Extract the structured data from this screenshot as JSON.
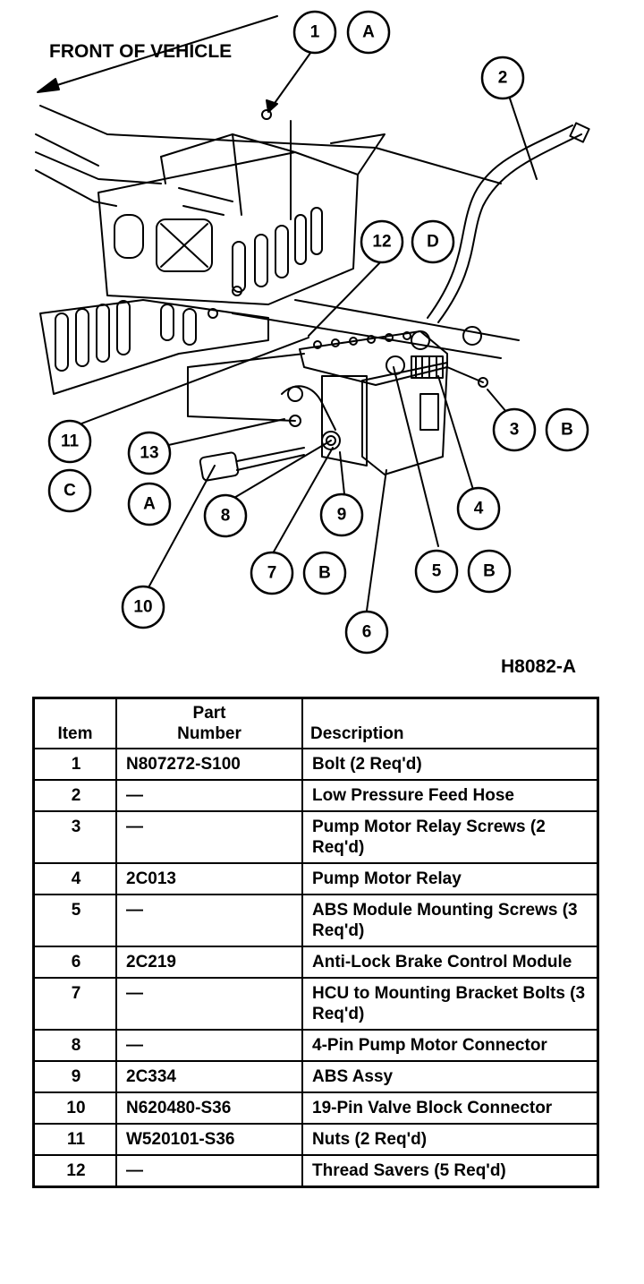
{
  "figure": {
    "front_label": "FRONT OF VEHICLE",
    "figure_id": "H8082-A",
    "callouts": [
      {
        "id": "c1",
        "text": "1"
      },
      {
        "id": "cA1",
        "text": "A"
      },
      {
        "id": "c2",
        "text": "2"
      },
      {
        "id": "c12",
        "text": "12"
      },
      {
        "id": "cD",
        "text": "D"
      },
      {
        "id": "c3",
        "text": "3"
      },
      {
        "id": "cB1",
        "text": "B"
      },
      {
        "id": "c11",
        "text": "11"
      },
      {
        "id": "c13",
        "text": "13"
      },
      {
        "id": "cC",
        "text": "C"
      },
      {
        "id": "cA2",
        "text": "A"
      },
      {
        "id": "c8",
        "text": "8"
      },
      {
        "id": "c9",
        "text": "9"
      },
      {
        "id": "c4",
        "text": "4"
      },
      {
        "id": "c7",
        "text": "7"
      },
      {
        "id": "cB2",
        "text": "B"
      },
      {
        "id": "c5",
        "text": "5"
      },
      {
        "id": "cB3",
        "text": "B"
      },
      {
        "id": "c10",
        "text": "10"
      },
      {
        "id": "c6",
        "text": "6"
      }
    ]
  },
  "table": {
    "headers": {
      "item": "Item",
      "part_line1": "Part",
      "part_line2": "Number",
      "description": "Description"
    },
    "rows": [
      {
        "item": "1",
        "part": "N807272-S100",
        "desc": "Bolt (2 Req'd)"
      },
      {
        "item": "2",
        "part": "—",
        "desc": "Low Pressure Feed Hose"
      },
      {
        "item": "3",
        "part": "—",
        "desc": "Pump Motor Relay Screws (2 Req'd)"
      },
      {
        "item": "4",
        "part": "2C013",
        "desc": "Pump Motor Relay"
      },
      {
        "item": "5",
        "part": "—",
        "desc": "ABS Module Mounting Screws (3 Req'd)"
      },
      {
        "item": "6",
        "part": "2C219",
        "desc": "Anti-Lock Brake Control Module"
      },
      {
        "item": "7",
        "part": "—",
        "desc": "HCU to Mounting Bracket Bolts (3 Req'd)"
      },
      {
        "item": "8",
        "part": "—",
        "desc": "4-Pin Pump Motor Connector"
      },
      {
        "item": "9",
        "part": "2C334",
        "desc": "ABS Assy"
      },
      {
        "item": "10",
        "part": "N620480-S36",
        "desc": "19-Pin Valve Block Connector"
      },
      {
        "item": "11",
        "part": "W520101-S36",
        "desc": "Nuts (2 Req'd)"
      },
      {
        "item": "12",
        "part": "—",
        "desc": "Thread Savers (5 Req'd)"
      }
    ]
  }
}
